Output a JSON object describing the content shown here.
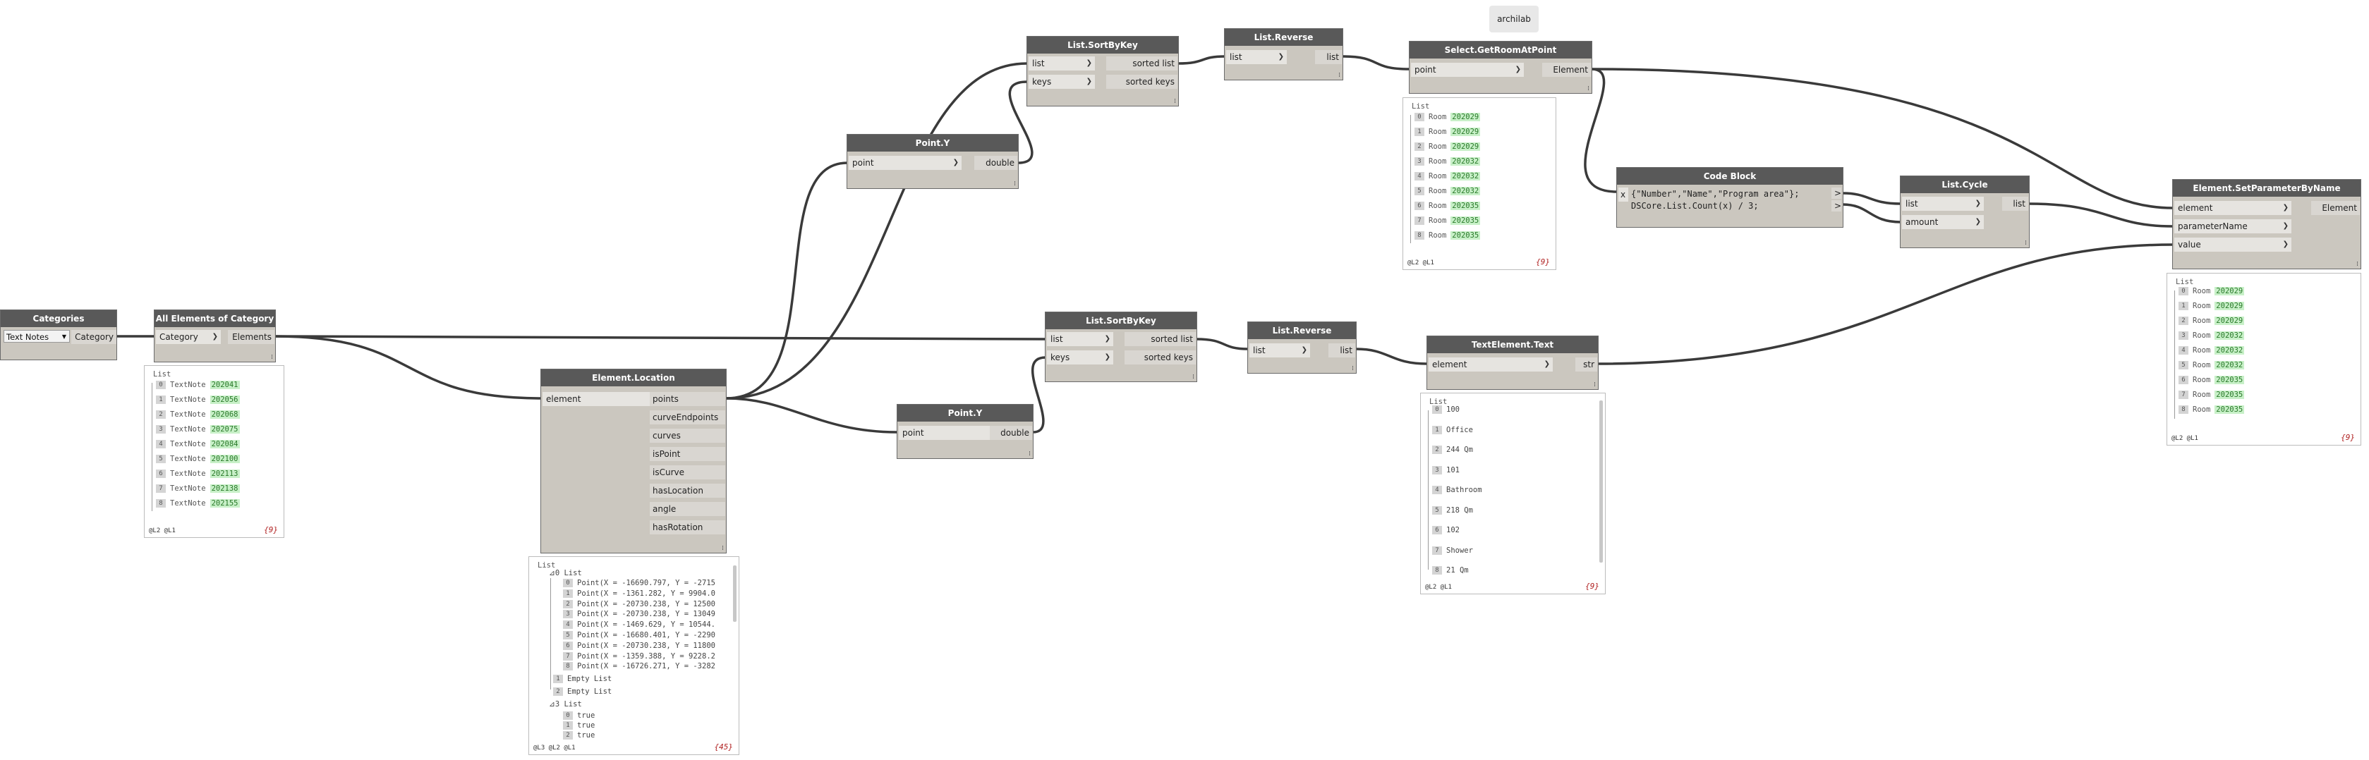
{
  "annotation": "archilab",
  "nodes": {
    "categories": {
      "title": "Categories",
      "selected": "Text Notes",
      "output": "Category"
    },
    "all_elements": {
      "title": "All Elements of Category",
      "input": "Category",
      "output": "Elements"
    },
    "element_location": {
      "title": "Element.Location",
      "input": "element",
      "outputs": [
        "points",
        "curveEndpoints",
        "curves",
        "isPoint",
        "isCurve",
        "hasLocation",
        "angle",
        "hasRotation"
      ]
    },
    "point_y_top": {
      "title": "Point.Y",
      "input": "point",
      "output": "double"
    },
    "point_y_bottom": {
      "title": "Point.Y",
      "input": "point",
      "output": "double"
    },
    "sortbykey_top": {
      "title": "List.SortByKey",
      "inputs": [
        "list",
        "keys"
      ],
      "outputs": [
        "sorted list",
        "sorted keys"
      ]
    },
    "sortbykey_bottom": {
      "title": "List.SortByKey",
      "inputs": [
        "list",
        "keys"
      ],
      "outputs": [
        "sorted list",
        "sorted keys"
      ]
    },
    "reverse_top": {
      "title": "List.Reverse",
      "input": "list",
      "output": "list"
    },
    "reverse_bottom": {
      "title": "List.Reverse",
      "input": "list",
      "output": "list"
    },
    "get_room": {
      "title": "Select.GetRoomAtPoint",
      "input": "point",
      "output": "Element"
    },
    "code_block": {
      "title": "Code Block",
      "line1": "{\"Number\",\"Name\",\"Program area\"};",
      "line2": "DSCore.List.Count(x) / 3;",
      "input": "x",
      "out_marker": ">"
    },
    "text_element": {
      "title": "TextElement.Text",
      "input": "element",
      "output": "str"
    },
    "list_cycle": {
      "title": "List.Cycle",
      "inputs": [
        "list",
        "amount"
      ],
      "output": "list"
    },
    "set_param": {
      "title": "Element.SetParameterByName",
      "inputs": [
        "element",
        "parameterName",
        "value"
      ],
      "output": "Element"
    }
  },
  "previews": {
    "all_elements": {
      "header": "List",
      "label": "TextNote",
      "values": [
        "202041",
        "202056",
        "202068",
        "202075",
        "202084",
        "202100",
        "202113",
        "202138",
        "202155"
      ],
      "footer": "@L2 @L1",
      "count": "{9}"
    },
    "element_location": {
      "header": "List",
      "sub0": "0 List",
      "points": [
        "Point(X = -16690.797, Y = -2715",
        "Point(X = -1361.282, Y = 9904.0",
        "Point(X = -20730.238, Y = 12500",
        "Point(X = -20730.238, Y = 13049",
        "Point(X = -1469.629, Y = 10544.",
        "Point(X = -16680.401, Y = -2290",
        "Point(X = -20730.238, Y = 11800",
        "Point(X = -1359.388, Y = 9228.2",
        "Point(X = -16726.271, Y = -3282"
      ],
      "empty": "Empty List",
      "sub3": "3 List",
      "trues": [
        "true",
        "true",
        "true"
      ],
      "footer": "@L3 @L2 @L1",
      "count": "{45}"
    },
    "get_room": {
      "header": "List",
      "label": "Room",
      "values": [
        "202029",
        "202029",
        "202029",
        "202032",
        "202032",
        "202032",
        "202035",
        "202035",
        "202035"
      ],
      "footer": "@L2 @L1",
      "count": "{9}"
    },
    "text_element": {
      "header": "List",
      "values": [
        "100",
        "Office",
        "244 Qm",
        "101",
        "Bathroom",
        "218 Qm",
        "102",
        "Shower",
        "21 Qm"
      ],
      "footer": "@L2 @L1",
      "count": "{9}"
    },
    "set_param": {
      "header": "List",
      "label": "Room",
      "values": [
        "202029",
        "202029",
        "202029",
        "202032",
        "202032",
        "202032",
        "202035",
        "202035",
        "202035"
      ],
      "footer": "@L2 @L1",
      "count": "{9}"
    }
  }
}
